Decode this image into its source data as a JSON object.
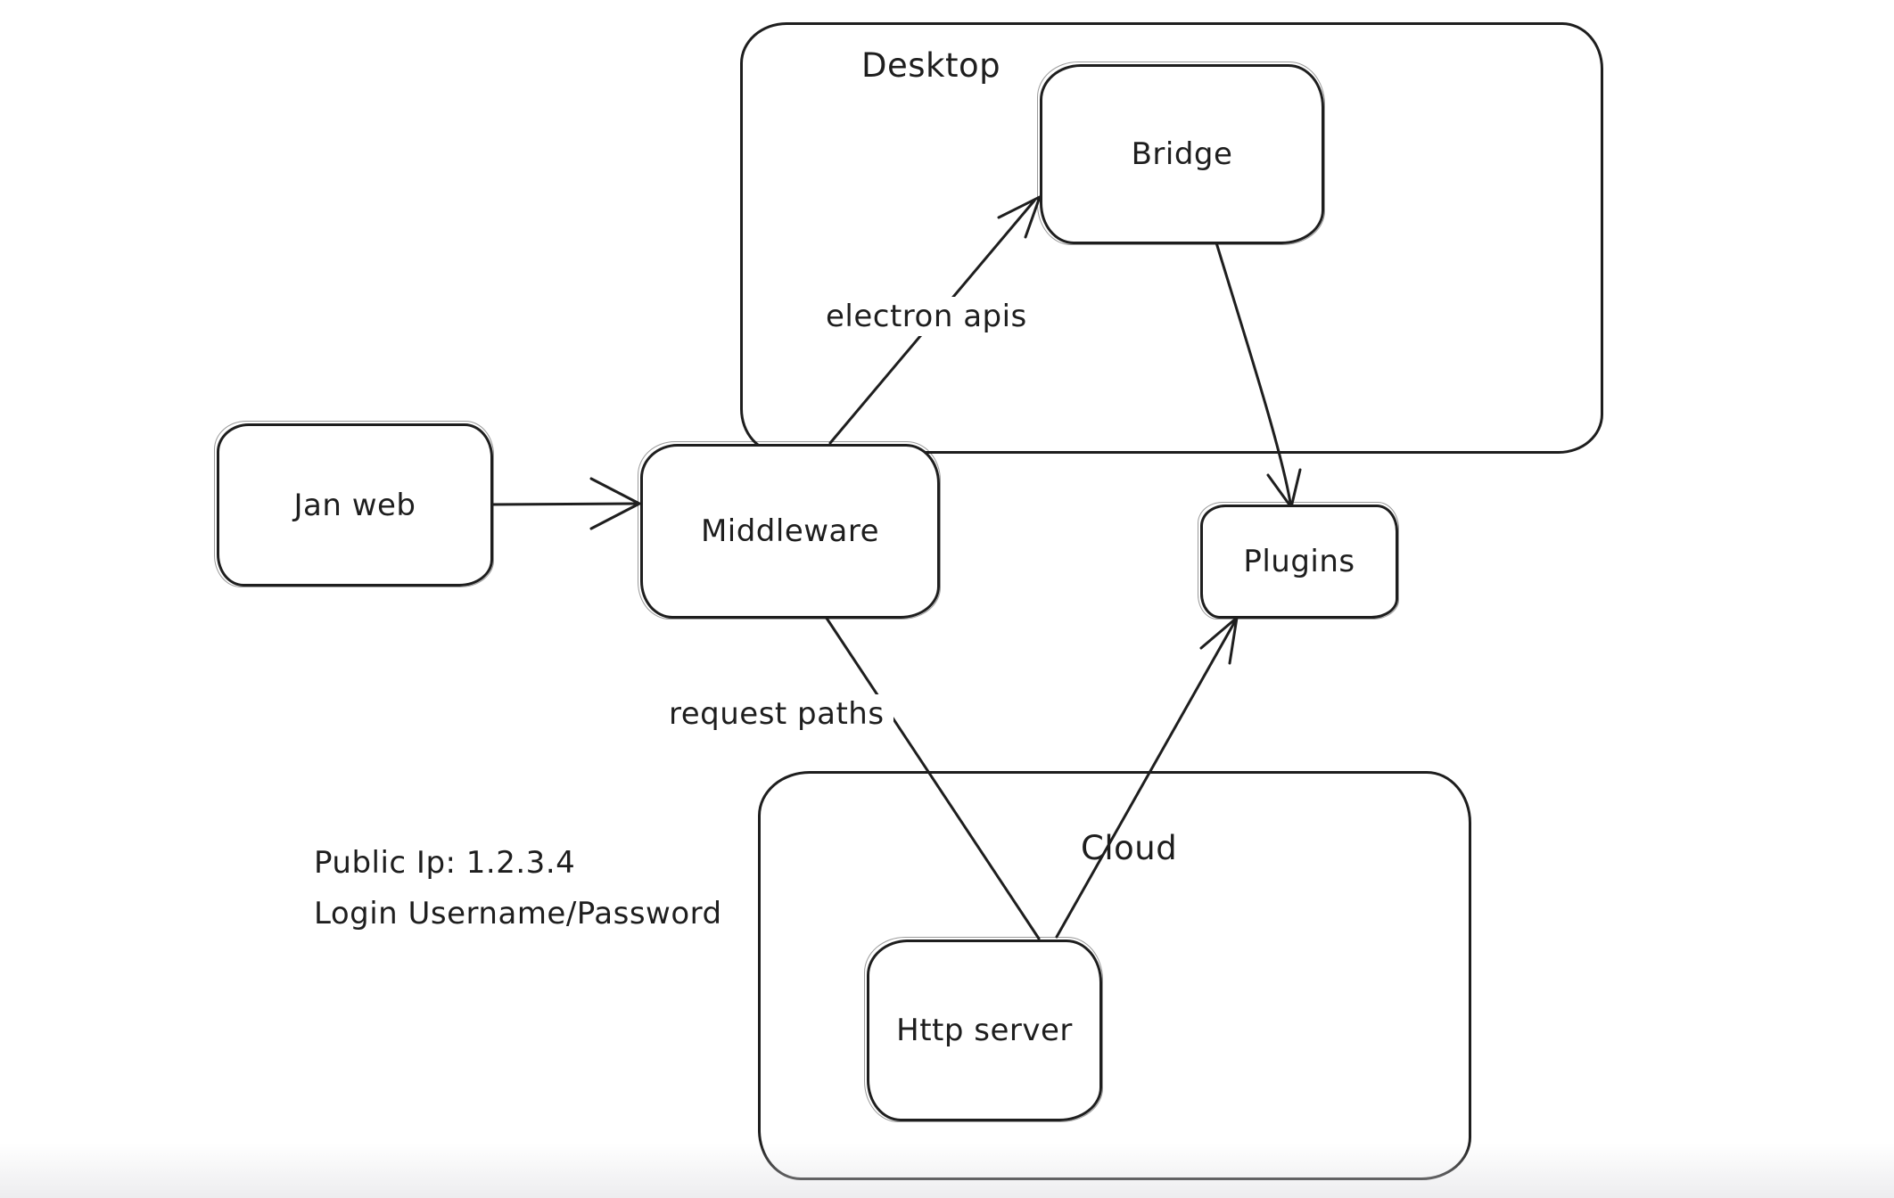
{
  "diagram": {
    "colors": {
      "stroke": "#1e1e1e",
      "background": "#ffffff"
    },
    "containers": [
      {
        "id": "desktop",
        "label": "Desktop"
      },
      {
        "id": "cloud",
        "label": "Cloud"
      }
    ],
    "nodes": [
      {
        "id": "jan-web",
        "label": "Jan web"
      },
      {
        "id": "middleware",
        "label": "Middleware"
      },
      {
        "id": "bridge",
        "label": "Bridge"
      },
      {
        "id": "plugins",
        "label": "Plugins"
      },
      {
        "id": "http-server",
        "label": "Http server"
      }
    ],
    "edges": [
      {
        "id": "janweb-to-middleware",
        "from": "Jan web",
        "to": "Middleware",
        "label": ""
      },
      {
        "id": "middleware-to-bridge",
        "from": "Middleware",
        "to": "Bridge",
        "label": "electron apis"
      },
      {
        "id": "bridge-to-plugins",
        "from": "Bridge",
        "to": "Plugins",
        "label": ""
      },
      {
        "id": "middleware-to-httpserver",
        "from": "Middleware",
        "to": "Http server",
        "label": "request paths"
      },
      {
        "id": "httpserver-to-plugins",
        "from": "Http server",
        "to": "Plugins",
        "label": ""
      }
    ],
    "annotations": [
      {
        "id": "cloud-credentials",
        "lines": [
          "Public Ip: 1.2.3.4",
          "Login Username/Password"
        ]
      }
    ]
  }
}
